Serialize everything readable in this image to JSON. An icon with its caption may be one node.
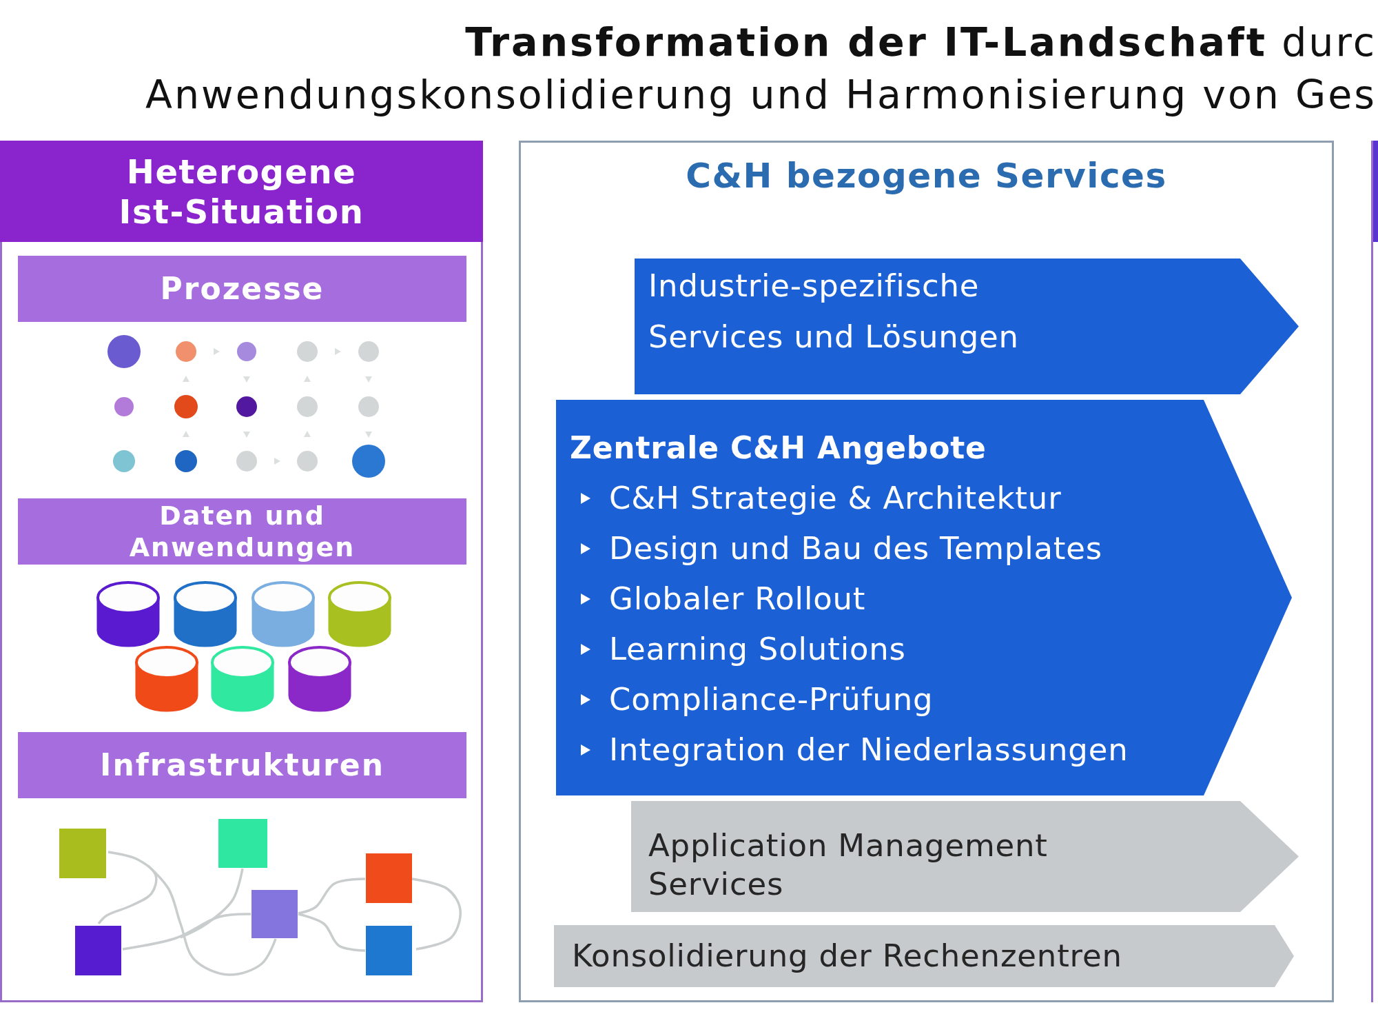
{
  "diagram": {
    "title": "**Transformation der IT-Landschaft** durc Anwendungskonsolidierung und Harmonisierung von Ges",
    "nodes": [
      {
        "text": [
          "Heterogene Ist-Situation"
        ]
      },
      {
        "text": [
          "Prozesse"
        ],
        "in": 0
      },
      {
        "text": [
          "Daten und Anwendungen"
        ],
        "in": 0
      },
      {
        "text": [
          "Infrastrukturen"
        ],
        "in": 0
      },
      {
        "text": [
          "C&H bezogene Services"
        ]
      },
      {
        "text": [
          "Industrie-spezifische Services und Lösungen"
        ],
        "in": 4
      },
      {
        "text": [
          "Zentrale C&H Angebote",
          "C&H Strategie & Architektur",
          "Design und Bau des Templates",
          "Globaler Rollout",
          "Learning Solutions",
          "Compliance-Prüfung",
          "Integration der Niederlassungen"
        ],
        "in": 4
      },
      {
        "text": [
          "Application Management Services"
        ],
        "in": 4
      },
      {
        "text": [
          "Konsolidierung der Rechenzentren"
        ],
        "in": 4
      },
      {
        "text": [],
        "shape": "box"
      }
    ]
  }
}
